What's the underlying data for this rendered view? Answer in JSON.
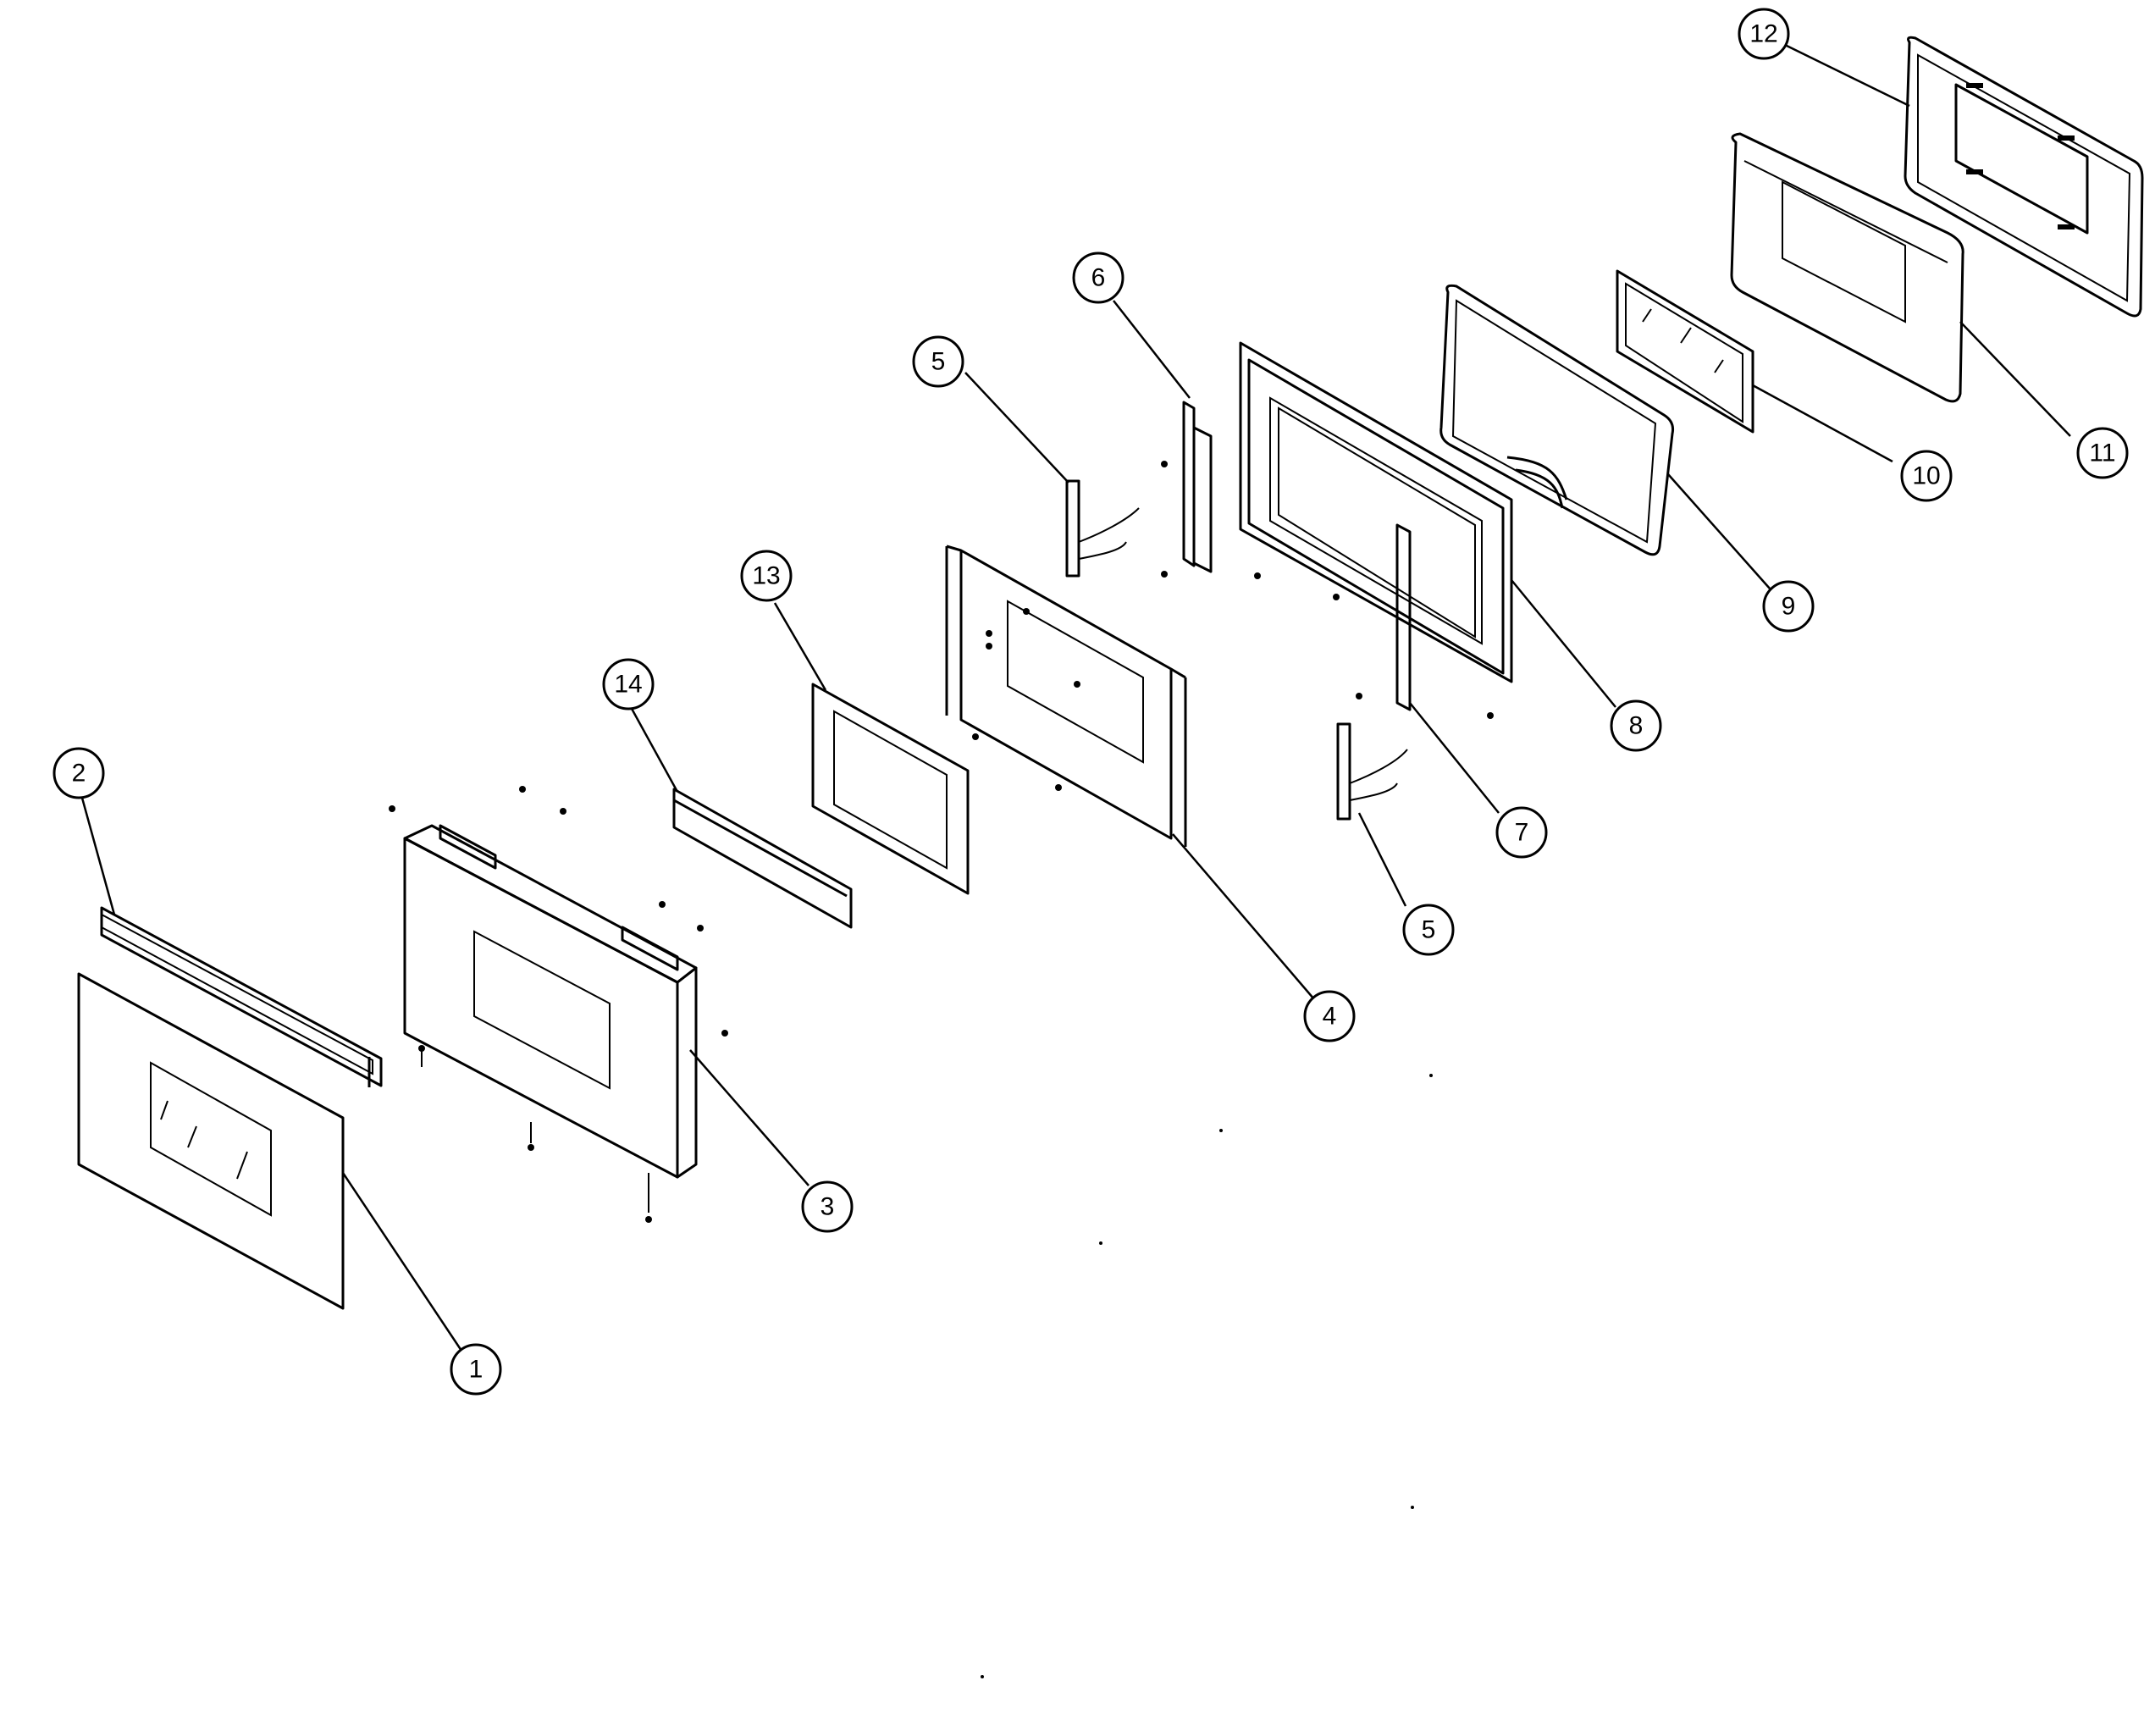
{
  "callouts": [
    {
      "number": "1"
    },
    {
      "number": "2"
    },
    {
      "number": "3"
    },
    {
      "number": "4"
    },
    {
      "number": "5"
    },
    {
      "number": "5"
    },
    {
      "number": "6"
    },
    {
      "number": "7"
    },
    {
      "number": "8"
    },
    {
      "number": "9"
    },
    {
      "number": "10"
    },
    {
      "number": "11"
    },
    {
      "number": "12"
    },
    {
      "number": "13"
    },
    {
      "number": "14"
    }
  ]
}
